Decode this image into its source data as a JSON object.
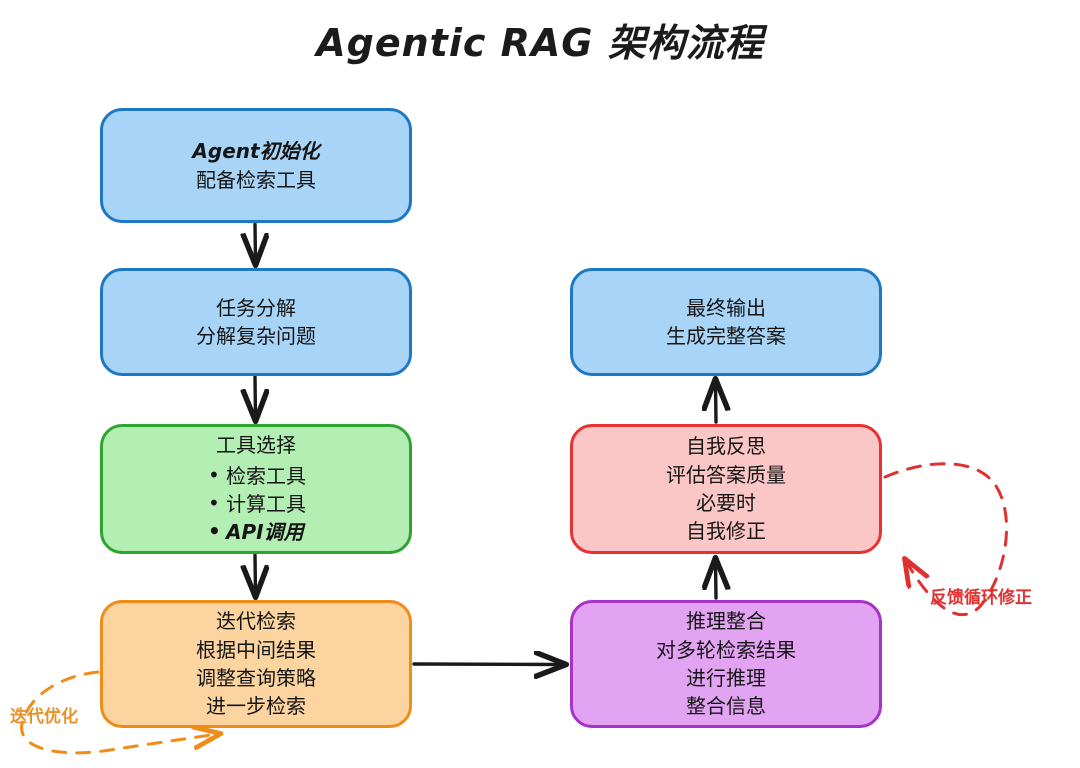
{
  "title": "Agentic RAG 架构流程",
  "colors": {
    "blue_fill": "#a8d5f7",
    "blue_stroke": "#1f78c4",
    "green_fill": "#b3efb3",
    "green_stroke": "#2fa52f",
    "orange_fill": "#fbd4a0",
    "orange_stroke": "#f08c1a",
    "pink_fill": "#fbc6c6",
    "pink_stroke": "#e83232",
    "purple_fill": "#e2a3f2",
    "purple_stroke": "#a832c8",
    "arrow": "#1a1a1a",
    "annotation_orange": "#e8912a",
    "annotation_red": "#e03131"
  },
  "nodes": {
    "agent_init": {
      "lines": [
        "Agent初始化",
        "配备检索工具"
      ]
    },
    "task_decompose": {
      "lines": [
        "任务分解",
        "分解复杂问题"
      ]
    },
    "tool_select": {
      "heading": "工具选择",
      "bullets": [
        "检索工具",
        "计算工具",
        "API调用"
      ]
    },
    "iterative_retrieval": {
      "lines": [
        "迭代检索",
        "根据中间结果",
        "调整查询策略",
        "进一步检索"
      ]
    },
    "final_output": {
      "lines": [
        "最终输出",
        "生成完整答案"
      ]
    },
    "self_reflect": {
      "lines": [
        "自我反思",
        "评估答案质量",
        "必要时",
        "自我修正"
      ]
    },
    "reasoning_merge": {
      "lines": [
        "推理整合",
        "对多轮检索结果",
        "进行推理",
        "整合信息"
      ]
    }
  },
  "annotations": {
    "iterative_opt": "迭代优化",
    "feedback_loop": "反馈循环修正"
  },
  "edges": [
    {
      "name": "agent-init-to-task-decompose",
      "style": "solid",
      "color": "#1a1a1a"
    },
    {
      "name": "task-decompose-to-tool-select",
      "style": "solid",
      "color": "#1a1a1a"
    },
    {
      "name": "tool-select-to-iterative-retrieval",
      "style": "solid",
      "color": "#1a1a1a"
    },
    {
      "name": "iterative-retrieval-to-reasoning",
      "style": "solid",
      "color": "#1a1a1a"
    },
    {
      "name": "reasoning-to-self-reflect",
      "style": "solid",
      "color": "#1a1a1a"
    },
    {
      "name": "self-reflect-to-final-output",
      "style": "solid",
      "color": "#1a1a1a"
    },
    {
      "name": "iterative-retrieval-self-loop",
      "style": "dashed",
      "color": "#f08c1a"
    },
    {
      "name": "self-reflect-self-loop",
      "style": "dashed",
      "color": "#e03131"
    }
  ]
}
